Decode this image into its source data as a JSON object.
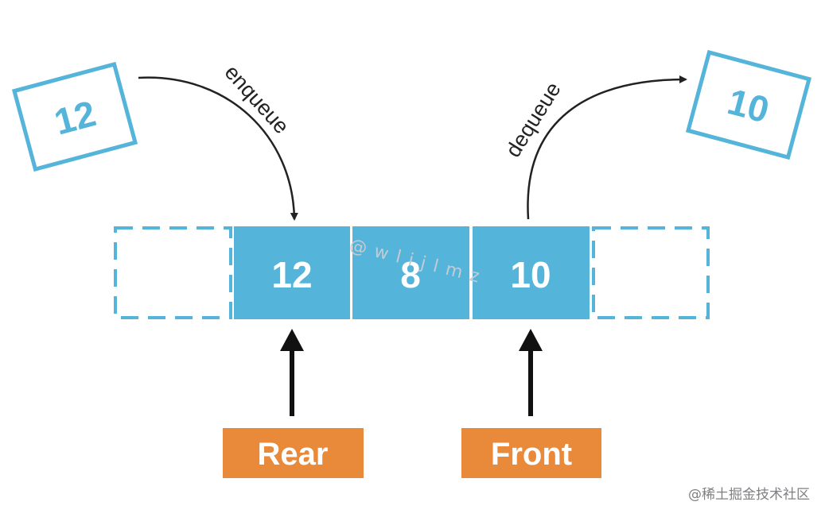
{
  "colors": {
    "cell_fill": "#55b4d9",
    "outline": "#55b4d9",
    "tag_fill": "#e88a3a",
    "arrow": "#111111",
    "curve": "#222222"
  },
  "queue": {
    "cells": [
      "12",
      "8",
      "10"
    ]
  },
  "incoming": {
    "value": "12",
    "label": "enqueue"
  },
  "outgoing": {
    "value": "10",
    "label": "dequeue"
  },
  "pointers": {
    "rear": "Rear",
    "front": "Front"
  },
  "watermark": "@wlijlmz",
  "footer": "@稀土掘金技术社区"
}
